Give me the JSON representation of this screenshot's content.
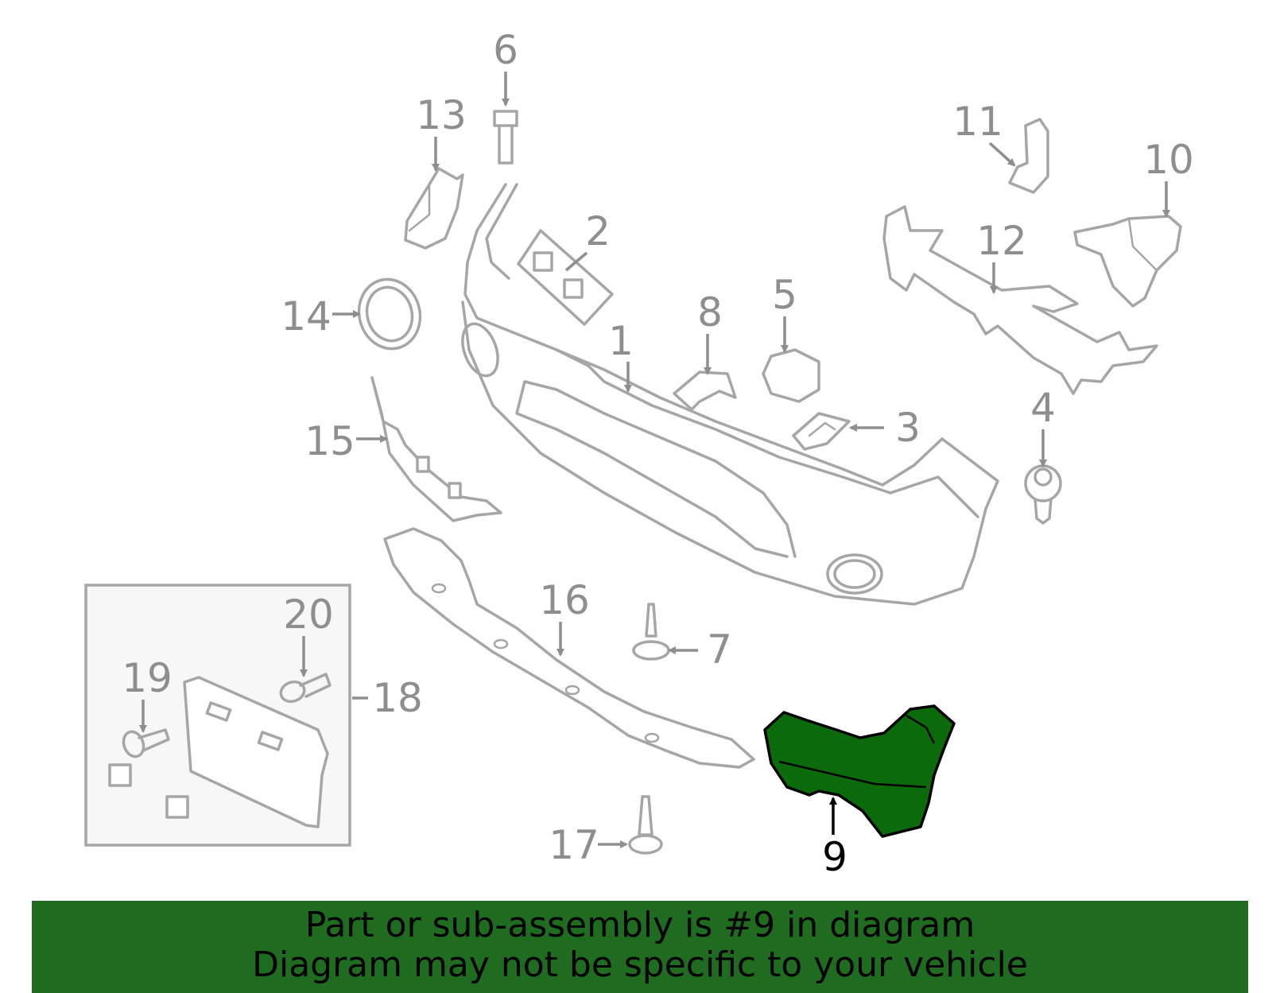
{
  "diagram": {
    "labels": {
      "p1": "1",
      "p2": "2",
      "p3": "3",
      "p4": "4",
      "p5": "5",
      "p6": "6",
      "p7": "7",
      "p8": "8",
      "p9": "9",
      "p10": "10",
      "p11": "11",
      "p12": "12",
      "p13": "13",
      "p14": "14",
      "p15": "15",
      "p16": "16",
      "p17": "17",
      "p18": "18",
      "p19": "19",
      "p20": "20"
    },
    "highlighted_part": "9",
    "colors": {
      "highlight": "#0b6b0b",
      "outline": "#a6a6a6",
      "label": "#8e8e8e",
      "banner": "#1f6b1f"
    }
  },
  "banner": {
    "line1": "Part or sub-assembly is #9 in diagram",
    "line2": "Diagram may not be specific to your vehicle"
  }
}
